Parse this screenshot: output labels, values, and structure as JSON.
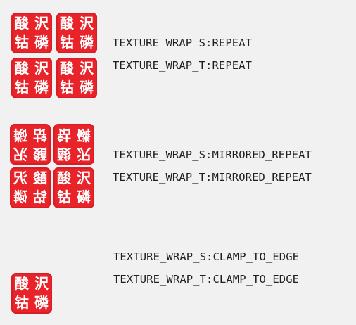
{
  "seal": {
    "chars": [
      "酸",
      "沢",
      "钴",
      "磷"
    ],
    "color": "#e8232a"
  },
  "demos": [
    {
      "wrap_s": "TEXTURE_WRAP_S:REPEAT",
      "wrap_t": "TEXTURE_WRAP_T:REPEAT"
    },
    {
      "wrap_s": "TEXTURE_WRAP_S:MIRRORED_REPEAT",
      "wrap_t": "TEXTURE_WRAP_T:MIRRORED_REPEAT"
    },
    {
      "wrap_s": "TEXTURE_WRAP_S:CLAMP_TO_EDGE",
      "wrap_t": "TEXTURE_WRAP_T:CLAMP_TO_EDGE"
    }
  ]
}
